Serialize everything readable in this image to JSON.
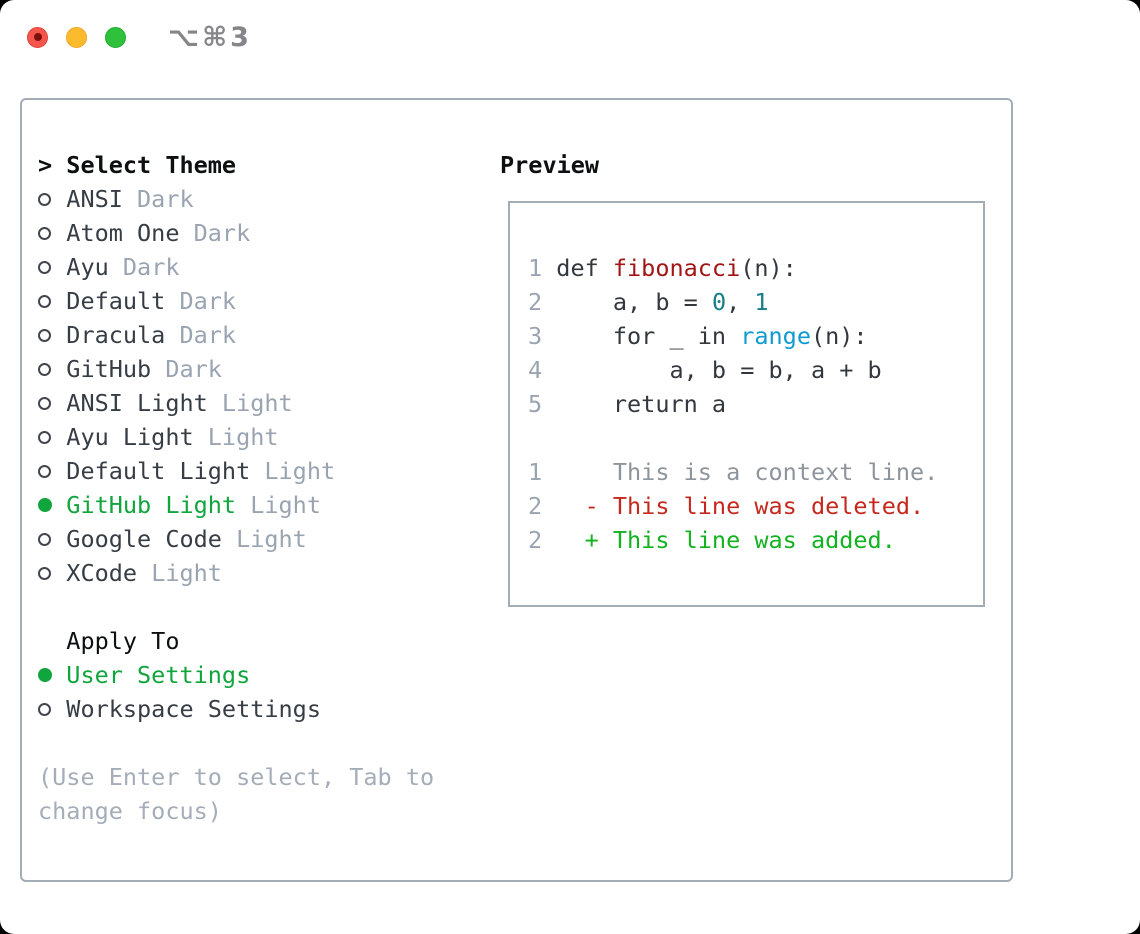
{
  "window": {
    "title": "⌥⌘3",
    "traffic_lights": [
      "close",
      "minimize",
      "zoom"
    ]
  },
  "theme_picker": {
    "header": {
      "marker": ">",
      "label": "Select Theme"
    },
    "items": [
      {
        "name": "ANSI",
        "variant": "Dark",
        "selected": false
      },
      {
        "name": "Atom One",
        "variant": "Dark",
        "selected": false
      },
      {
        "name": "Ayu",
        "variant": "Dark",
        "selected": false
      },
      {
        "name": "Default",
        "variant": "Dark",
        "selected": false
      },
      {
        "name": "Dracula",
        "variant": "Dark",
        "selected": false
      },
      {
        "name": "GitHub",
        "variant": "Dark",
        "selected": false
      },
      {
        "name": "ANSI Light",
        "variant": "Light",
        "selected": false
      },
      {
        "name": "Ayu Light",
        "variant": "Light",
        "selected": false
      },
      {
        "name": "Default Light",
        "variant": "Light",
        "selected": false
      },
      {
        "name": "GitHub Light",
        "variant": "Light",
        "selected": true
      },
      {
        "name": "Google Code",
        "variant": "Light",
        "selected": false
      },
      {
        "name": "XCode",
        "variant": "Light",
        "selected": false
      }
    ],
    "apply_to": {
      "label": "Apply To",
      "options": [
        {
          "name": "User Settings",
          "selected": true
        },
        {
          "name": "Workspace Settings",
          "selected": false
        }
      ]
    },
    "hint_lines": [
      "(Use Enter to select, Tab to",
      "change focus)"
    ]
  },
  "preview": {
    "label": "Preview",
    "code_lines": [
      {
        "num": "1",
        "tokens": [
          {
            "text": "def ",
            "color": "fg"
          },
          {
            "text": "fibonacci",
            "color": "func"
          },
          {
            "text": "(n):",
            "color": "fg"
          }
        ]
      },
      {
        "num": "2",
        "tokens": [
          {
            "text": "    a, b = ",
            "color": "fg"
          },
          {
            "text": "0",
            "color": "num"
          },
          {
            "text": ", ",
            "color": "fg"
          },
          {
            "text": "1",
            "color": "num"
          }
        ]
      },
      {
        "num": "3",
        "tokens": [
          {
            "text": "    for _ in ",
            "color": "fg"
          },
          {
            "text": "range",
            "color": "builtin"
          },
          {
            "text": "(n):",
            "color": "fg"
          }
        ]
      },
      {
        "num": "4",
        "tokens": [
          {
            "text": "        a, b = b, a + b",
            "color": "fg"
          }
        ]
      },
      {
        "num": "5",
        "tokens": [
          {
            "text": "    return a",
            "color": "fg"
          }
        ]
      },
      {
        "num": "",
        "tokens": []
      },
      {
        "num": "1",
        "tokens": [
          {
            "text": "    This is a context line.",
            "color": "context"
          }
        ]
      },
      {
        "num": "2",
        "tokens": [
          {
            "text": "  - This line was deleted.",
            "color": "deleted"
          }
        ]
      },
      {
        "num": "2",
        "tokens": [
          {
            "text": "  + This line was added.",
            "color": "added"
          }
        ]
      }
    ]
  },
  "icons": {
    "radio_unselected": "circle-outline",
    "radio_selected": "circle-filled",
    "header_marker": ">"
  },
  "colors": {
    "accent_green": "#11a53e",
    "func_red": "#a31515",
    "num_teal": "#157e87",
    "builtin_blue": "#0f9ad4",
    "deleted_red": "#c5281c",
    "added_green": "#12b220",
    "code_fg": "#33383f",
    "context_gray": "#8d949c",
    "line_number_gray": "#9aa4b1",
    "variant_gray": "#9aa4b1",
    "hint_gray": "#a5adb8",
    "item_fg": "#373d45",
    "header_fg": "#0d0f11",
    "border_gray": "#a4acb6",
    "titlebar_gray": "#85858a",
    "traffic_red": "#f4564d",
    "traffic_red_dot": "#7d100c",
    "traffic_yellow": "#fcbb2f",
    "traffic_green": "#30c13c"
  }
}
